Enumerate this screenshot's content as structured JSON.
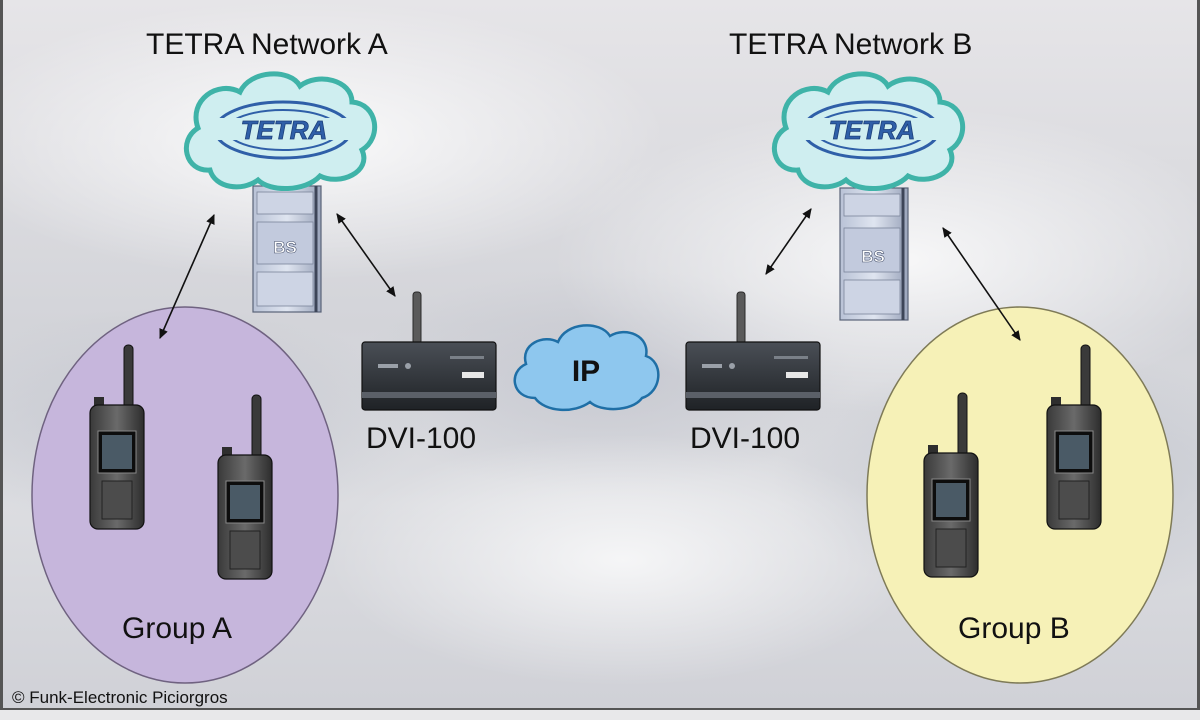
{
  "networks": [
    {
      "title": "TETRA Network A",
      "logo_text": "TETRA",
      "bs_label": "BS"
    },
    {
      "title": "TETRA Network B",
      "logo_text": "TETRA",
      "bs_label": "BS"
    }
  ],
  "gateways": [
    {
      "label": "DVI-100"
    },
    {
      "label": "DVI-100"
    }
  ],
  "ip_cloud": {
    "label": "IP"
  },
  "groups": [
    {
      "label": "Group A",
      "color": "#c6b6dc"
    },
    {
      "label": "Group B",
      "color": "#f6f1b7"
    }
  ],
  "credit": "© Funk-Electronic Piciorgros",
  "colors": {
    "tetra_cloud_fill": "#cfeef0",
    "tetra_cloud_stroke": "#3fb3a8",
    "ip_cloud_fill": "#8ec7ee",
    "ip_cloud_stroke": "#1f6fa6",
    "logo_blue": "#2f5fa8"
  }
}
